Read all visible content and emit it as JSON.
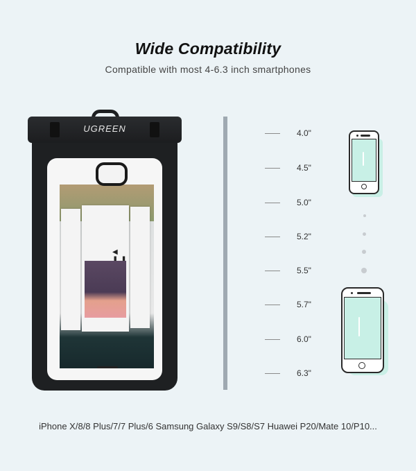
{
  "header": {
    "title": "Wide Compatibility",
    "subtitle": "Compatible with most 4-6.3 inch smartphones"
  },
  "product": {
    "brand": "UGREEN",
    "image_alt": "waterproof phone pouch with phone inside",
    "colors": {
      "pouch": "#1e2022",
      "window": "#f6f6f6"
    }
  },
  "scale": {
    "bar_color": "#9fa9b1",
    "sizes": [
      "4.0\"",
      "4.5\"",
      "5.0\"",
      "5.2\"",
      "5.5\"",
      "5.7\"",
      "6.0\"",
      "6.3\""
    ]
  },
  "phone_icons": {
    "small_label": "small-phone",
    "large_label": "large-phone",
    "screen_color": "#c8f0e6",
    "dot_count": 4
  },
  "footer": {
    "compatible_models": "iPhone X/8/8 Plus/7/7 Plus/6 Samsung Galaxy S9/S8/S7 Huawei P20/Mate 10/P10..."
  }
}
